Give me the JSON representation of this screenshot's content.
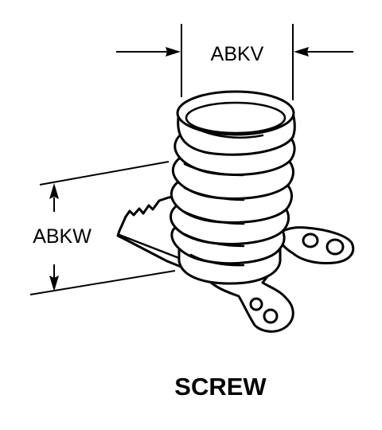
{
  "dimensions": {
    "width_label": "ABKV",
    "height_label": "ABKW"
  },
  "caption": "SCREW",
  "colors": {
    "ink": "#000000",
    "paper": "#ffffff"
  }
}
